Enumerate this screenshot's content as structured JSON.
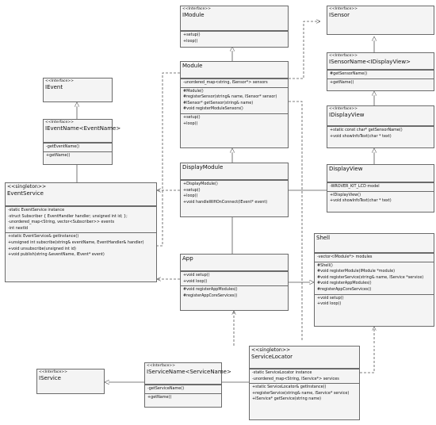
{
  "classes": {
    "imodule": {
      "stereotype": "<<Interface>>",
      "name": "IModule",
      "attributes": [],
      "methods": [
        "+setup()",
        "+loop()"
      ]
    },
    "isensor": {
      "stereotype": "<<Interface>>",
      "name": "ISensor",
      "attributes": [],
      "methods": []
    },
    "isensorname": {
      "stereotype": "<<Interface>>",
      "name": "ISensorName<IDisplayView>",
      "attributes": [
        "#getSensorName()"
      ],
      "methods": [
        "+getName()"
      ]
    },
    "ievent": {
      "stereotype": "<<Interface>>",
      "name": "IEvent",
      "attributes": [],
      "methods": []
    },
    "module": {
      "stereotype": "",
      "name": "Module",
      "attributes": [
        "-unordered_map<string, ISensor*> sensors"
      ],
      "methods": [
        "#Module()",
        "#registerSensor(string& name, ISensor* sensor)",
        "#ISensor* getSensor(string& name)",
        "#void registerModuleSensors()"
      ],
      "extra": [
        "+setup()",
        "+loop()"
      ]
    },
    "ieventname": {
      "stereotype": "<<Interface>>",
      "name": "IEventName<EventName>",
      "attributes": [
        "-getEventName()"
      ],
      "methods": [
        "+getName()"
      ]
    },
    "idisplayview": {
      "stereotype": "<<Interface>>",
      "name": "IDisplayView",
      "attributes": [],
      "methods": [
        "+static const char* getSensorName()",
        "+void showInfoText(char * text)"
      ]
    },
    "displaymodule": {
      "stereotype": "",
      "name": "DisplayModule",
      "attributes": [],
      "methods": [
        "+DisplayModule()",
        "+setup()",
        "+loop()",
        "+void handleWifiOnConnect(IEvent* event)"
      ]
    },
    "displayview": {
      "stereotype": "",
      "name": "DisplayView",
      "attributes": [
        "-WROVER_KIT_LCD model"
      ],
      "methods": [
        "+IDisplayView()",
        "+void showInfoText(char * text)"
      ]
    },
    "eventservice": {
      "stereotype": "<<singleton>>",
      "name": "EventService",
      "attributes": [
        "-static EventService instance",
        "-struct Subscriber { EventHandler handler; unsigned int id; };",
        "-unordered_map<String, vector<Subscriber>> events",
        "-int nextId"
      ],
      "methods": [
        "+static EventService& getInstance()",
        "+unsigned int subscribe(string& eventName, EventHandler& handler)",
        "+void unsubscribe(unsigned int id)",
        "+void publish(string &eventName, IEvent* event)"
      ]
    },
    "shell": {
      "stereotype": "",
      "name": "Shell",
      "attributes": [
        "-vector<IModule*> modules"
      ],
      "methods": [
        "#Shell()",
        "#void registerModule(IModule *module)",
        "#void registerService(string& name, IService *service)",
        "#void registerAppModules()",
        "#registerAppCoreServices()"
      ],
      "extra": [
        "+void setup()",
        "+void loop()"
      ]
    },
    "app": {
      "stereotype": "",
      "name": "App",
      "attributes": [
        "+void setup()",
        "+void loop()"
      ],
      "methods": [
        "#void registerAppModules()",
        "#registerAppCoreServices()"
      ]
    },
    "iservicename": {
      "stereotype": "<<Interface>>",
      "name": "IServiceName<ServiceName>",
      "attributes": [
        "-getServiceName()"
      ],
      "methods": [
        "+getName()"
      ]
    },
    "iservice": {
      "stereotype": "<<Interface>>",
      "name": "IService",
      "attributes": [],
      "methods": []
    },
    "servicelocator": {
      "stereotype": "<<singleton>>",
      "name": "ServiceLocator",
      "attributes": [
        "-static ServiceLocator instance",
        "-unordered_map<String, IService*> services"
      ],
      "methods": [
        "+static ServiceLocator& getInstance()",
        "+registerService(string& name, IService* service)",
        "+IService* getService(string name)"
      ]
    }
  },
  "colors": {
    "box_fill": "#f4f4f4",
    "border": "#6b6b6b",
    "line": "#555555"
  }
}
